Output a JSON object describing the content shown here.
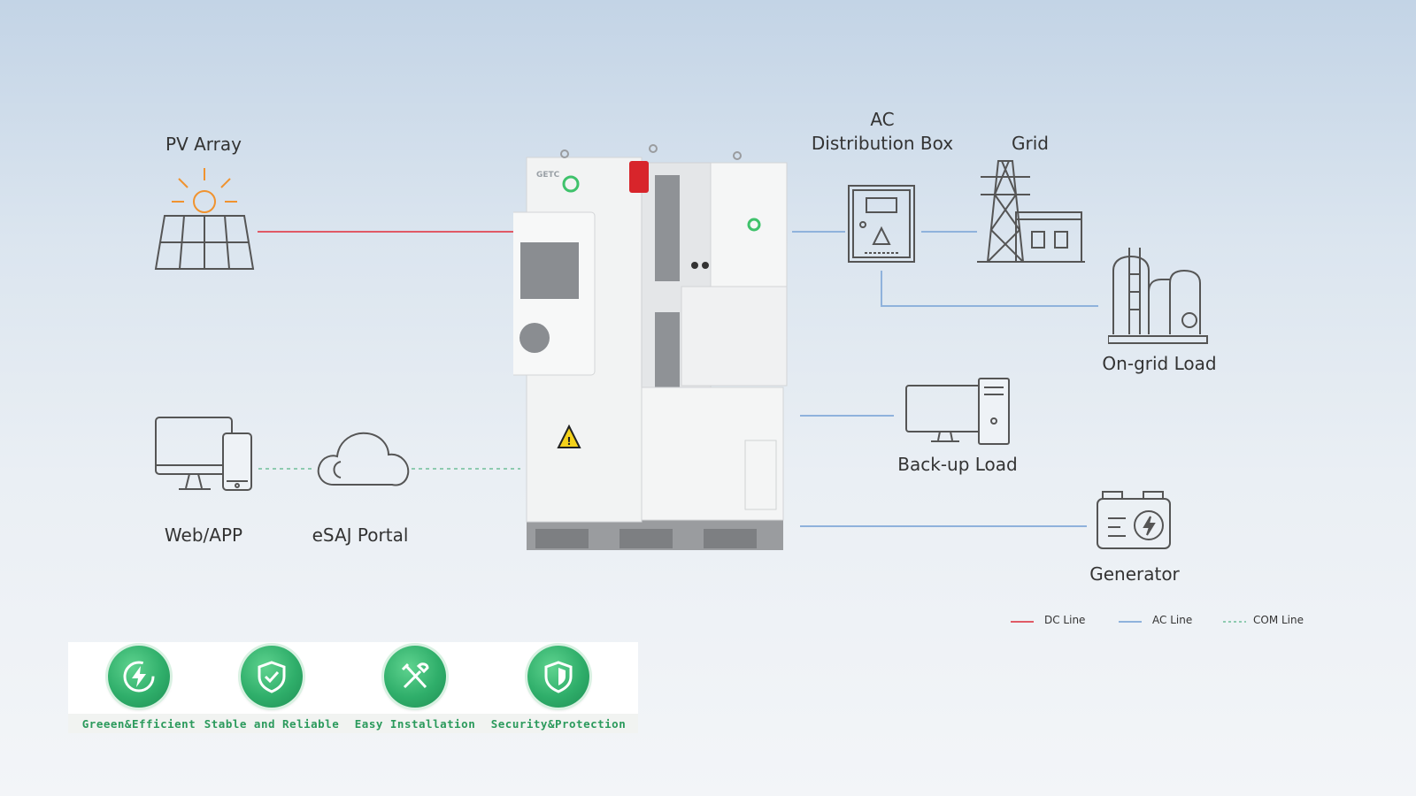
{
  "nodes": {
    "pv_array": "PV Array",
    "ac_distribution_box_line1": "AC",
    "ac_distribution_box_line2": "Distribution Box",
    "grid": "Grid",
    "on_grid_load": "On-grid Load",
    "back_up_load": "Back-up Load",
    "generator": "Generator",
    "web_app": "Web/APP",
    "esaj_portal": "eSAJ Portal"
  },
  "cabinet": {
    "brand": "GETC"
  },
  "legend": {
    "dc_line": "DC Line",
    "ac_line": "AC Line",
    "com_line": "COM Line"
  },
  "features": [
    {
      "label": "Greeen&Efficient",
      "icon": "lightning-icon"
    },
    {
      "label": "Stable and Reliable",
      "icon": "shield-check-icon"
    },
    {
      "label": "Easy Installation",
      "icon": "tools-icon"
    },
    {
      "label": "Security&Protection",
      "icon": "shield-icon"
    }
  ],
  "colors": {
    "dc_line": "#e05a66",
    "ac_line": "#8fb2dc",
    "com_line": "#8ecbb0",
    "feature_green": "#2fae6a",
    "pv_sun": "#f0932f"
  }
}
